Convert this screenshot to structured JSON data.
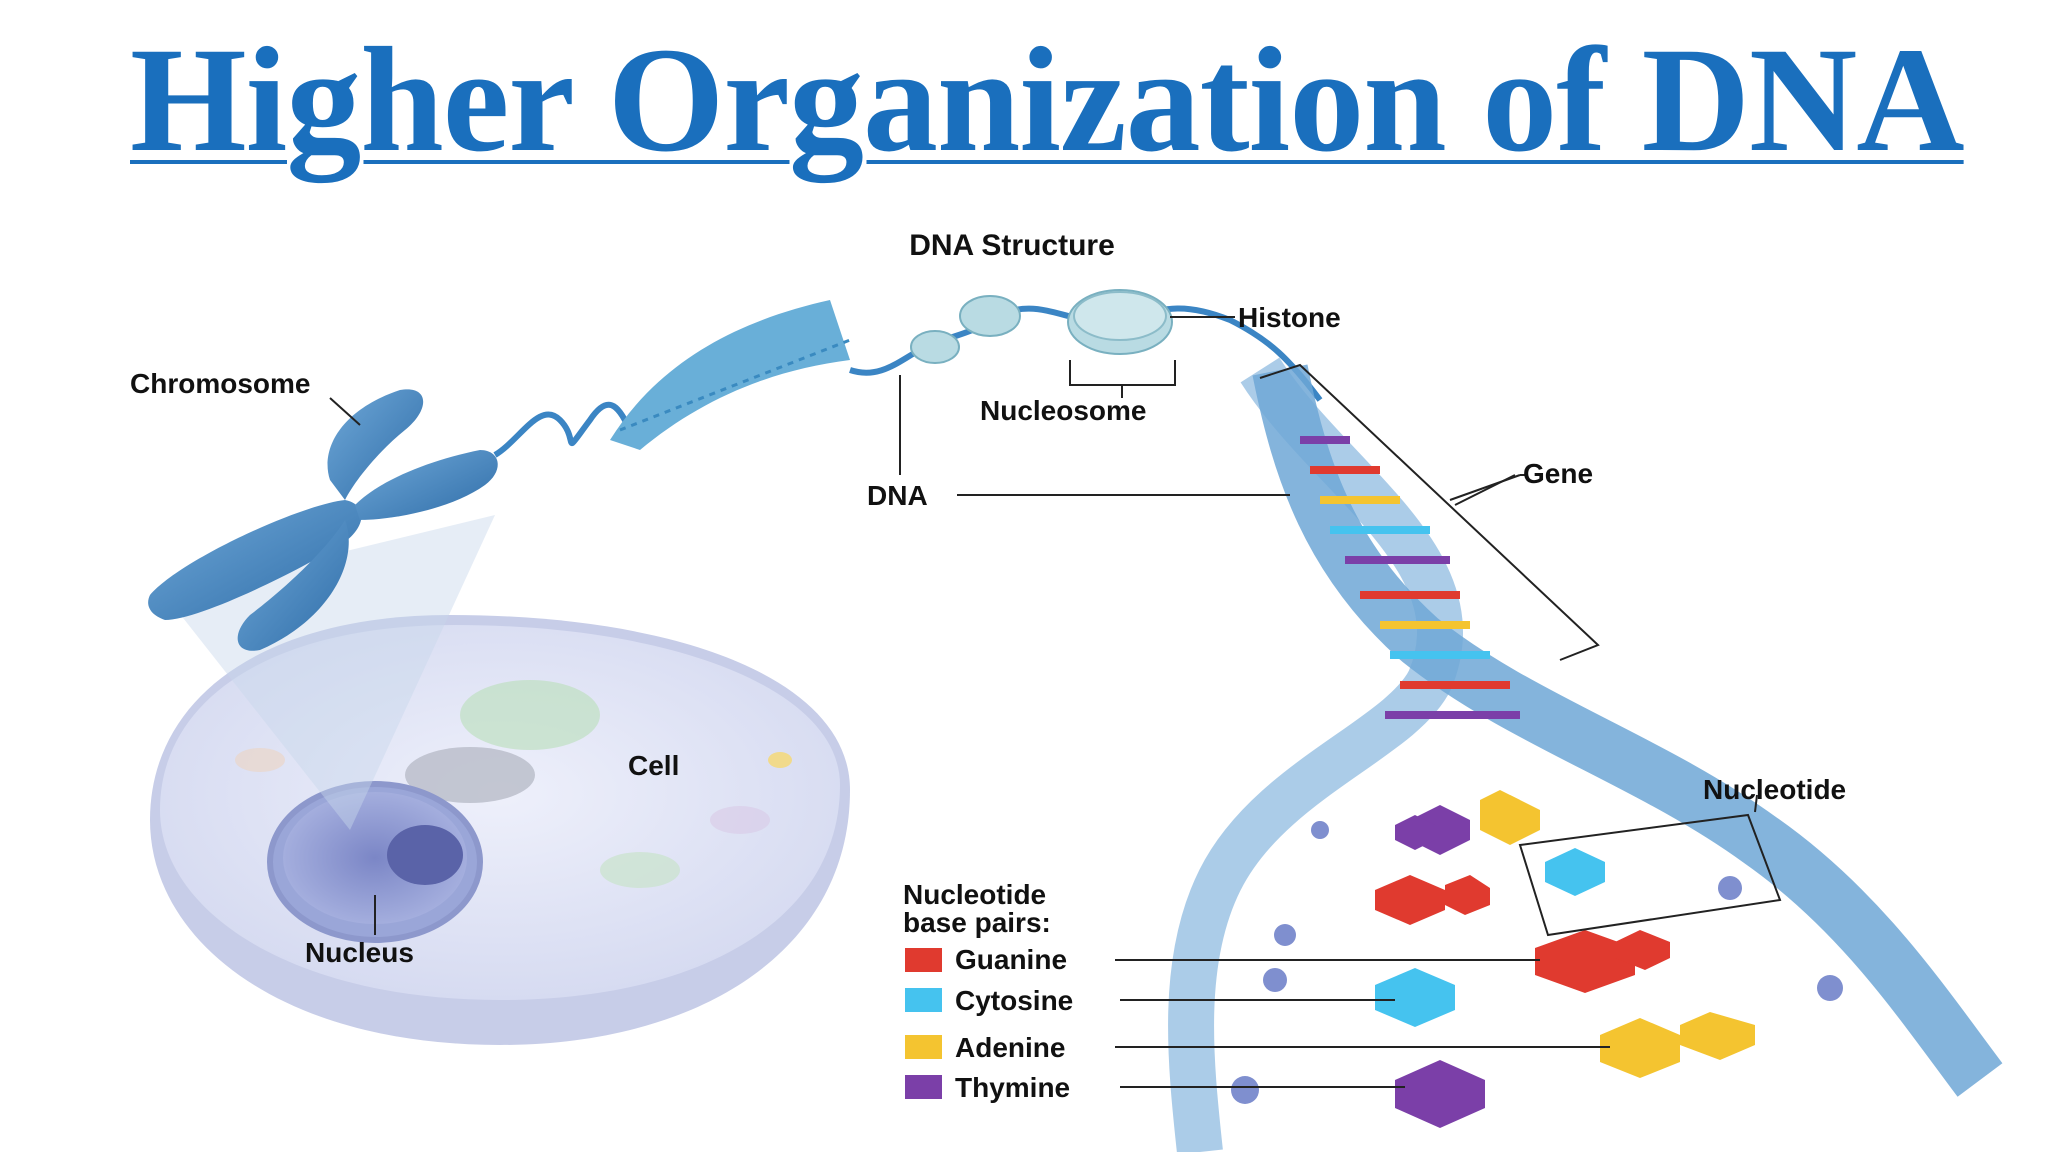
{
  "title": "Higher Organization of DNA",
  "diagram": {
    "heading": "DNA Structure",
    "labels": {
      "chromosome": "Chromosome",
      "histone": "Histone",
      "nucleosome": "Nucleosome",
      "dna": "DNA",
      "gene": "Gene",
      "cell": "Cell",
      "nucleus": "Nucleus",
      "nucleotide": "Nucleotide"
    },
    "legend": {
      "title_line1": "Nucleotide",
      "title_line2": "base pairs:",
      "items": [
        {
          "label": "Guanine",
          "color": "#e03a2f"
        },
        {
          "label": "Cytosine",
          "color": "#45c3ef"
        },
        {
          "label": "Adenine",
          "color": "#f4c430"
        },
        {
          "label": "Thymine",
          "color": "#7b3fa8"
        }
      ]
    }
  }
}
